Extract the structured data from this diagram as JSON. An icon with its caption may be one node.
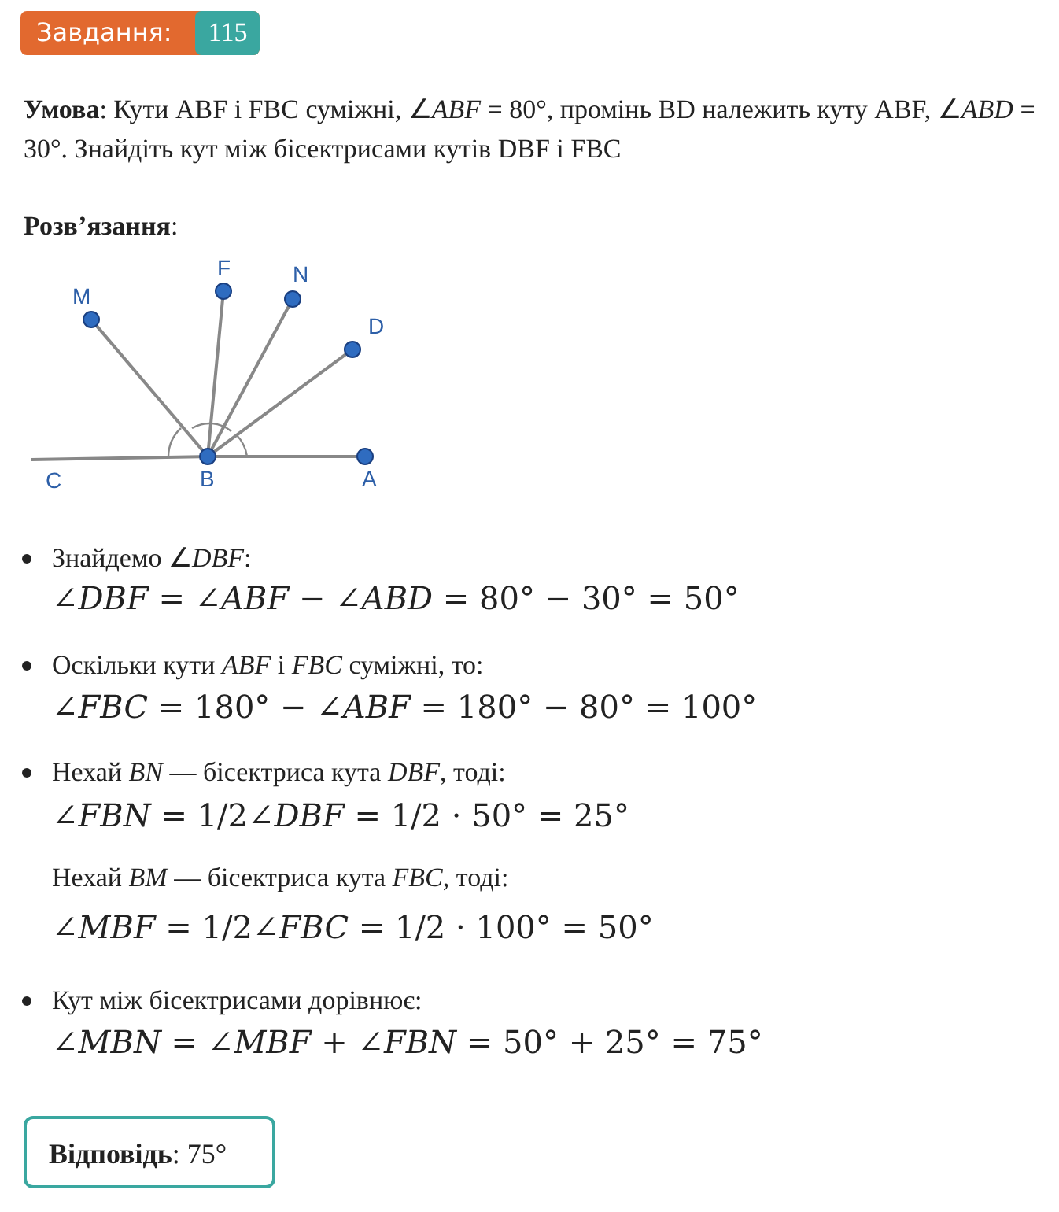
{
  "diagram": {
    "nodes": [
      {
        "text": [
          "Завдання:"
        ]
      },
      {
        "text": [
          "115"
        ],
        "in": 0
      },
      {
        "text": [
          "M"
        ]
      },
      {
        "text": [
          "F"
        ]
      },
      {
        "text": [
          "N"
        ]
      },
      {
        "text": [
          "D"
        ]
      },
      {
        "text": [
          "C"
        ]
      },
      {
        "text": [
          "B"
        ]
      },
      {
        "text": [
          "A"
        ]
      },
      {
        "text": [
          "**Відповідь**: 75°"
        ]
      }
    ],
    "edges": [
      {
        "from": 7,
        "to": 2,
        "arrow": "none"
      },
      {
        "from": 7,
        "to": 3,
        "arrow": "none"
      },
      {
        "from": 7,
        "to": 4,
        "arrow": "none"
      },
      {
        "from": 7,
        "to": 5,
        "arrow": "none"
      },
      {
        "from": 6,
        "to": 7,
        "arrow": "none"
      },
      {
        "from": 7,
        "to": 8,
        "arrow": "none"
      }
    ],
    "labels": [
      "**Умова**: Кути ABF і FBC суміжні, ∠*ABF* = 80°, промінь BD належить куту ABF, ∠*ABD* = 30°. Знайдіть кут між бісектрисами кутів DBF і FBC",
      "**Розв’язання**:",
      "Знайдемо ∠*DBF*:",
      "∠*DBF* = ∠*ABF* − ∠*ABD* = 80° − 30° = 50°",
      "Оскільки кути *ABF* і *FBC* суміжні, то:",
      "∠*FBC* = 180° − ∠*ABF* = 180° − 80° = 100°",
      "Нехай *BN* — бісектриса кута *DBF*, тоді:",
      "∠*FBN* = 1/2∠*DBF* = 1/2 · 50° = 25°",
      "Нехай *BM* — бісектриса кута *FBC*, тоді:",
      "∠*MBF* = 1/2∠*FBC* = 1/2 · 100° = 50°",
      "Кут між бісектрисами дорівнює:",
      "∠*MBN* = ∠*MBF* + ∠*FBN* = 50° + 25° = 75°"
    ]
  }
}
